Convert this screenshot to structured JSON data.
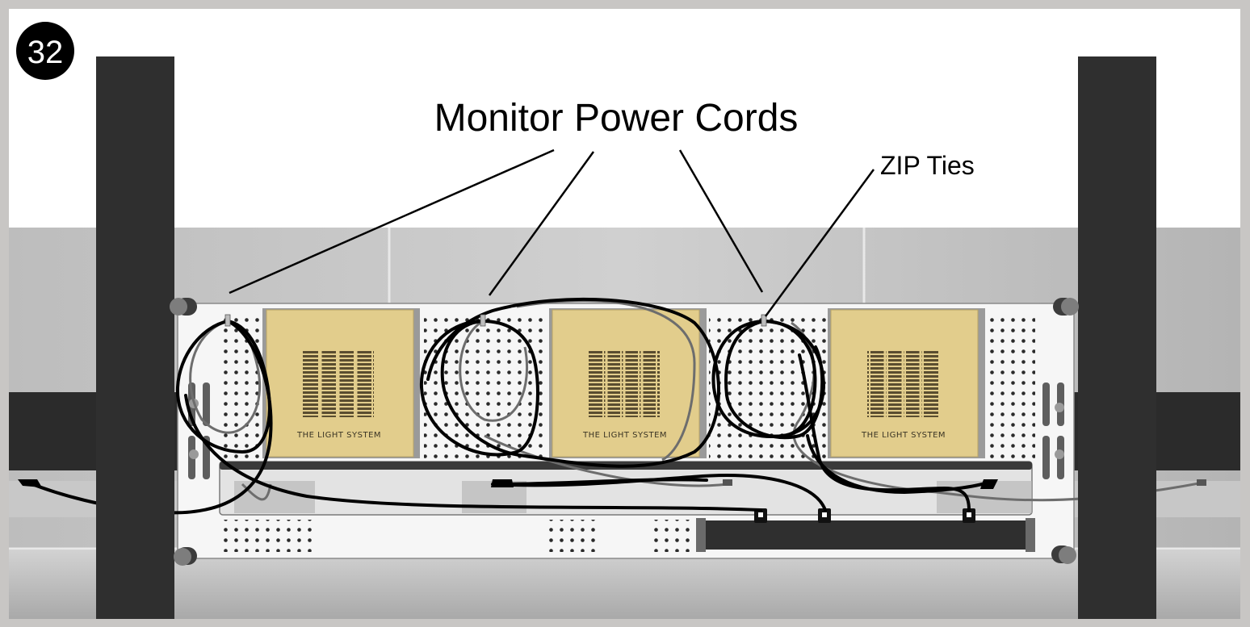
{
  "step_number": "32",
  "callouts": {
    "power_cords": "Monitor Power Cords",
    "zip_ties": "ZIP Ties"
  },
  "panels": [
    {
      "label": "THE LIGHT SYSTEM"
    },
    {
      "label": "THE LIGHT SYSTEM"
    },
    {
      "label": "THE LIGHT SYSTEM"
    }
  ],
  "colors": {
    "frame_background": "#c8c6c4",
    "wall": "#ffffff",
    "rack_post": "#2f2f2f",
    "panel_face": "#e2cd8c",
    "cable": "#000000"
  }
}
